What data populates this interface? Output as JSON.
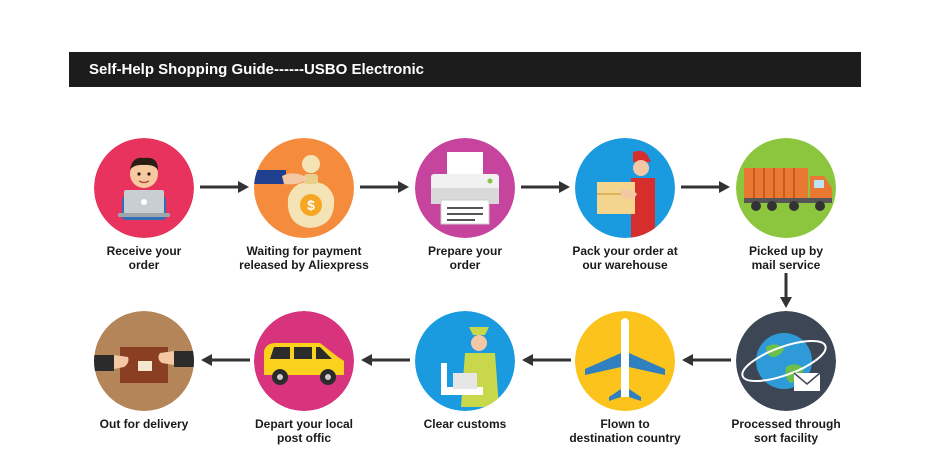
{
  "banner": {
    "title": "Self-Help Shopping Guide------USBO Electronic"
  },
  "steps": [
    {
      "line1": "Receive your",
      "line2": "order",
      "icon": "laptop-person-icon",
      "color": "#e8335f"
    },
    {
      "line1": "Waiting for payment",
      "line2": "released by Aliexpress",
      "icon": "money-bag-icon",
      "color": "#f58b3c"
    },
    {
      "line1": "Prepare your",
      "line2": "order",
      "icon": "printer-icon",
      "color": "#c7449e"
    },
    {
      "line1": "Pack your order at",
      "line2": "our warehouse",
      "icon": "delivery-worker-icon",
      "color": "#1a9be0"
    },
    {
      "line1": "Picked up by",
      "line2": "mail service",
      "icon": "truck-icon",
      "color": "#8cc63e"
    },
    {
      "line1": "Processed through",
      "line2": "sort facility",
      "icon": "globe-mail-icon",
      "color": "#3d4654"
    },
    {
      "line1": "Flown to",
      "line2": "destination country",
      "icon": "airplane-icon",
      "color": "#fbc31b"
    },
    {
      "line1": "Clear customs",
      "line2": "",
      "icon": "customs-officer-icon",
      "color": "#1a9be0"
    },
    {
      "line1": "Depart your local",
      "line2": "post offic",
      "icon": "van-icon",
      "color": "#d8337d"
    },
    {
      "line1": "Out for delivery",
      "line2": "",
      "icon": "package-handoff-icon",
      "color": "#b5855a"
    }
  ]
}
